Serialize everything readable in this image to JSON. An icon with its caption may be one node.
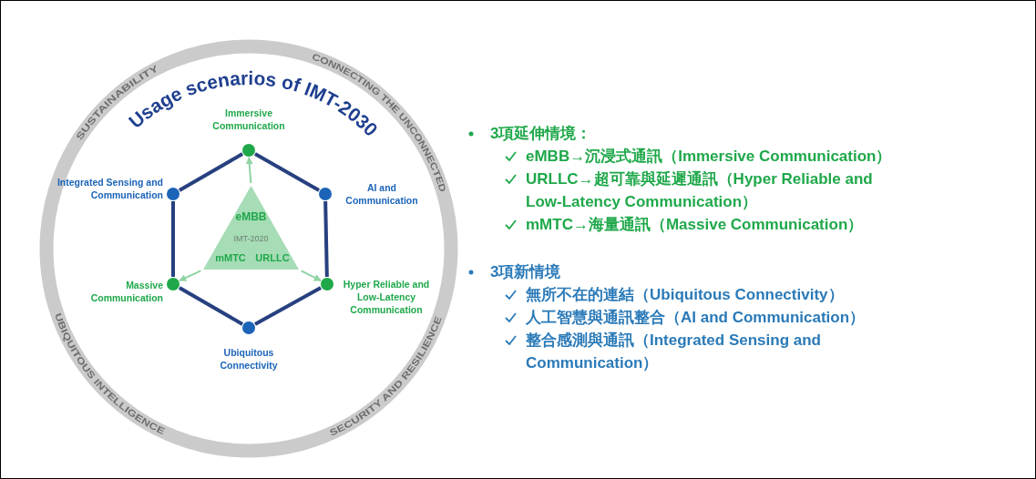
{
  "diagram": {
    "title": "Usage scenarios of IMT-2030",
    "nodes": [
      {
        "text": [],
        "shape": "circle",
        "beside": [
          "Immersive Communication"
        ]
      },
      {
        "text": [],
        "shape": "circle",
        "beside": [
          "Integrated Sensing and Communication"
        ]
      },
      {
        "text": [],
        "shape": "circle",
        "beside": [
          "AI and Communication"
        ]
      },
      {
        "text": [
          "eMBB",
          "IMT-2020",
          "mMTC",
          "URLLC"
        ]
      },
      {
        "text": [],
        "shape": "circle",
        "beside": [
          "Massive Communication"
        ]
      },
      {
        "text": [],
        "shape": "circle",
        "beside": [
          "Hyper Reliable and Low-Latency Communication"
        ]
      },
      {
        "text": [],
        "shape": "circle",
        "beside": [
          "Ubiquitous Connectivity"
        ]
      }
    ],
    "edges": [
      {
        "from": 0,
        "to": 2,
        "arrow": "none"
      },
      {
        "from": 2,
        "to": 5,
        "arrow": "none"
      },
      {
        "from": 5,
        "to": 6,
        "arrow": "none"
      },
      {
        "from": 6,
        "to": 4,
        "arrow": "none"
      },
      {
        "from": 4,
        "to": 1,
        "arrow": "none"
      },
      {
        "from": 1,
        "to": 0,
        "arrow": "none"
      },
      {
        "from": 3,
        "to": 0,
        "arrow": "to",
        "color": "#8fd3a4"
      },
      {
        "from": 3,
        "to": 4,
        "arrow": "to",
        "color": "#8fd3a4"
      },
      {
        "from": 3,
        "to": 5,
        "arrow": "to",
        "color": "#8fd3a4"
      }
    ],
    "labels": [
      "SUSTAINABILITY",
      "CONNECTING THE UNCONNECTED",
      "UBIQUITOUS INTELLIGENCE",
      "SECURITY AND RESILIENCE",
      "3項延伸情境：",
      "eMBB→沉浸式通訊（Immersive Communication）",
      "URLLC→超可靠與延遲通訊（Hyper Reliable and Low-Latency Communication）",
      "mMTC→海量通訊（Massive Communication）",
      "3項新情境",
      "無所不在的連結（Ubiquitous Connectivity）",
      "人工智慧與通訊整合（AI and Communication）",
      "整合感測與通訊（Integrated Sensing and Communication）"
    ]
  }
}
